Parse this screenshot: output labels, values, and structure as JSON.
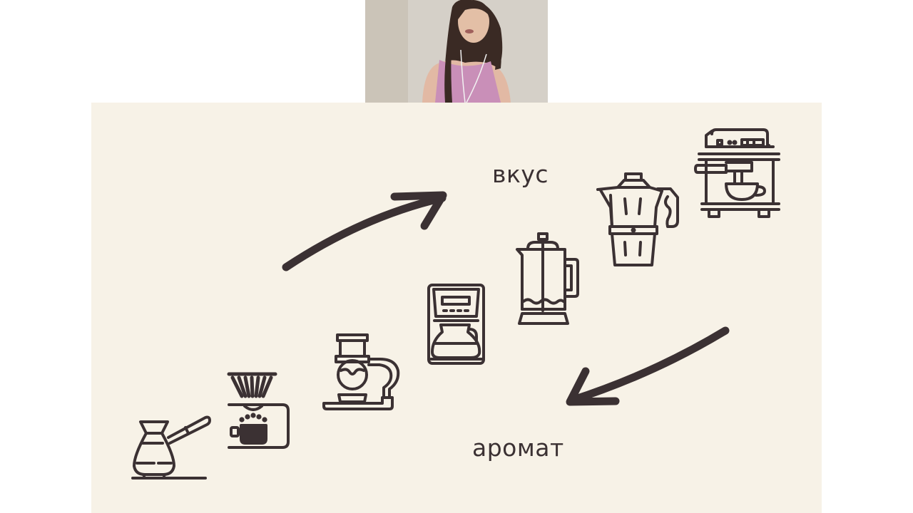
{
  "webcam": {
    "description": "presenter-video-feed",
    "colors": {
      "wall": "#d6d1c9",
      "top": "#c98fb8",
      "hair": "#3a2a24",
      "skin": "#e3bfa6"
    }
  },
  "slide": {
    "background": "#f7f2e7",
    "stroke_color": "#3b3133",
    "labels": {
      "taste": "вкус",
      "aroma": "аромат"
    },
    "icons": [
      {
        "name": "cezve-turkish-pot-icon"
      },
      {
        "name": "pour-over-dripper-icon"
      },
      {
        "name": "siphon-brewer-icon"
      },
      {
        "name": "drip-coffee-maker-icon"
      },
      {
        "name": "french-press-icon"
      },
      {
        "name": "moka-pot-icon"
      },
      {
        "name": "espresso-machine-icon"
      }
    ],
    "arrows": [
      {
        "name": "arrow-up-right-icon",
        "points_to": "вкус"
      },
      {
        "name": "arrow-down-left-icon",
        "points_to": "аромат"
      }
    ]
  }
}
